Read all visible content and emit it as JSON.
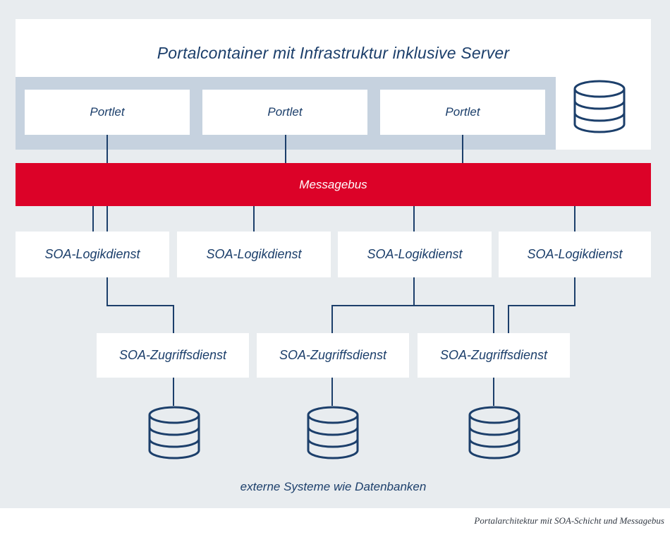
{
  "container": {
    "title": "Portalcontainer mit Infrastruktur inklusive Server"
  },
  "portlets": [
    "Portlet",
    "Portlet",
    "Portlet"
  ],
  "bus": {
    "label": "Messagebus"
  },
  "logic_services": [
    "SOA-Logikdienst",
    "SOA-Logikdienst",
    "SOA-Logikdienst",
    "SOA-Logikdienst"
  ],
  "access_services": [
    "SOA-Zugriffsdienst",
    "SOA-Zugriffsdienst",
    "SOA-Zugriffsdienst"
  ],
  "external_caption": "externe Systeme wie Datenbanken",
  "figure_caption": "Portalarchitektur mit SOA-Schicht und Messagebus",
  "colors": {
    "accent_red": "#dc0228",
    "ink_blue": "#1c3f6b",
    "portlet_bar": "#c6d2df",
    "background": "#e8ecef"
  },
  "icons": [
    "server-database-icon",
    "database-icon",
    "database-icon",
    "database-icon"
  ]
}
